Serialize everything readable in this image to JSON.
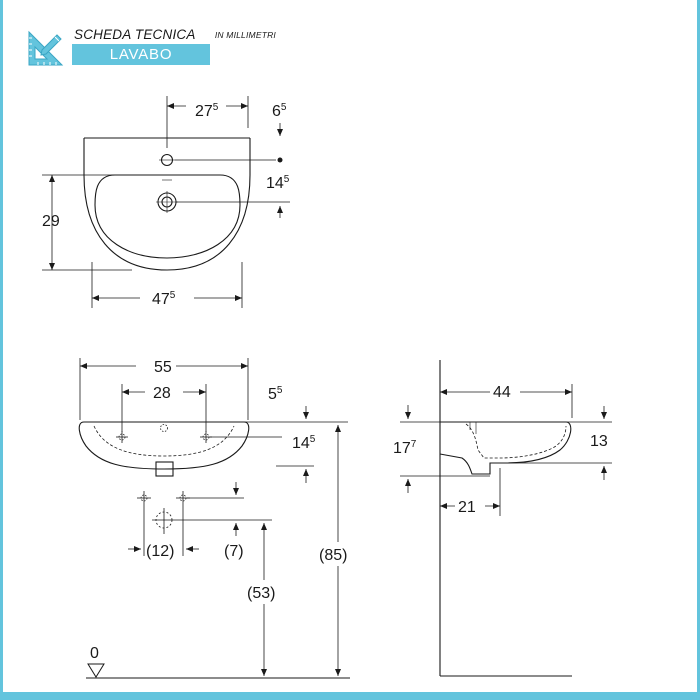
{
  "header": {
    "title": "SCHEDA TECNICA",
    "subtitle": "IN MILLIMETRI",
    "product": "LAVABO"
  },
  "colors": {
    "accent": "#63c4dd",
    "line": "#1a1a1a"
  },
  "icons": {
    "logo": "ruler-pencil-icon"
  },
  "top_view": {
    "dim_width": {
      "main": "47",
      "sup": "5"
    },
    "dim_depth": "29",
    "dim_tap_offset": {
      "main": "27",
      "sup": "5"
    },
    "dim_rear": {
      "main": "6",
      "sup": "5"
    },
    "dim_drain_offset": {
      "main": "14",
      "sup": "5"
    }
  },
  "front_view": {
    "dim_width": "55",
    "dim_fixings": "28",
    "dim_top": {
      "main": "5",
      "sup": "5"
    },
    "dim_fixing_height": {
      "main": "14",
      "sup": "5"
    },
    "dim_supply_spacing": "(12)",
    "dim_supply_drop": "(7)",
    "dim_drain_height": "(53)",
    "dim_total_height": "(85)",
    "floor_level": "0"
  },
  "side_view": {
    "dim_projection": "44",
    "dim_height": {
      "main": "17",
      "sup": "7"
    },
    "dim_bowl_height": "13",
    "dim_drain_offset": "21"
  }
}
